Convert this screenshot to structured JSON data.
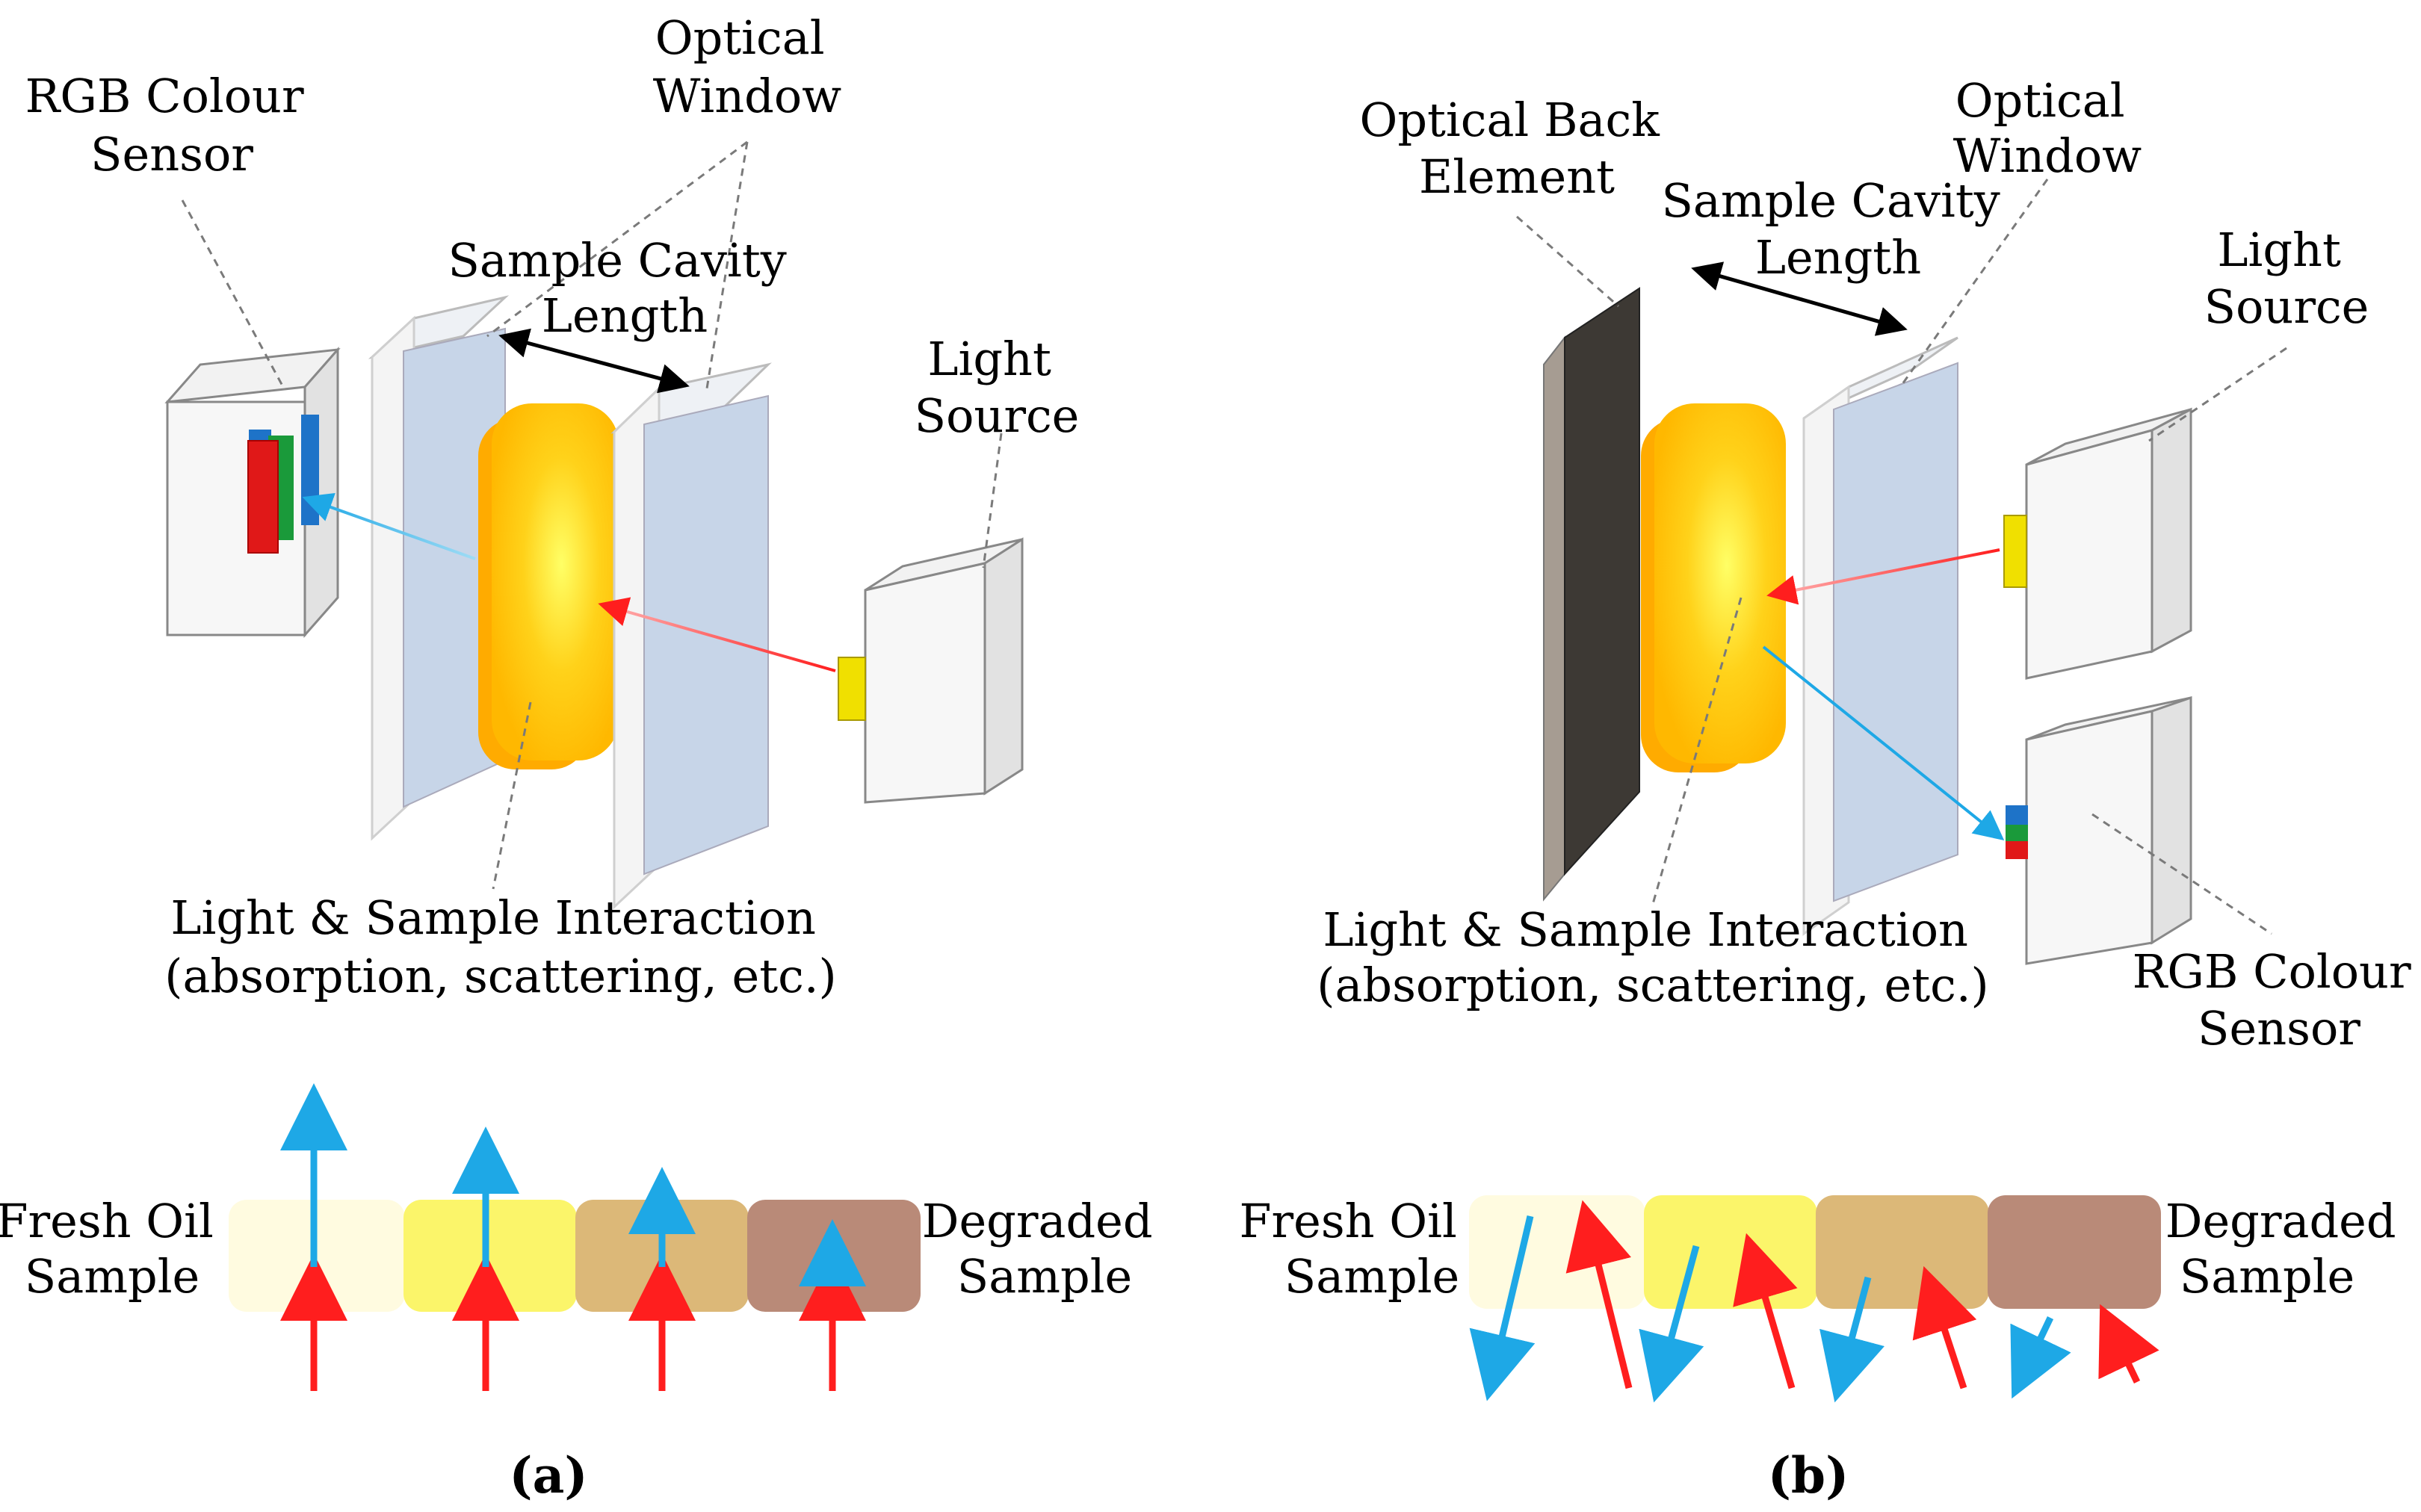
{
  "panel_a": {
    "labels": {
      "rgb_sensor": [
        "RGB Colour",
        "Sensor"
      ],
      "optical_window": [
        "Optical",
        "Window"
      ],
      "cavity_length": [
        "Sample Cavity",
        "Length"
      ],
      "light_source": [
        "Light",
        "Source"
      ],
      "interaction": [
        "Light & Sample Interaction",
        "(absorption, scattering, etc.)"
      ],
      "fresh": [
        "Fresh Oil",
        "Sample"
      ],
      "degraded": [
        "Degraded",
        "Sample"
      ]
    },
    "caption": "(a)"
  },
  "panel_b": {
    "labels": {
      "back_element": [
        "Optical Back",
        "Element"
      ],
      "cavity_length": [
        "Sample Cavity",
        "Length"
      ],
      "optical_window": [
        "Optical",
        "Window"
      ],
      "light_source": [
        "Light",
        "Source"
      ],
      "interaction": [
        "Light & Sample Interaction",
        "(absorption, scattering, etc.)"
      ],
      "rgb_sensor": [
        "RGB Colour",
        "Sensor"
      ],
      "fresh": [
        "Fresh Oil",
        "Sample"
      ],
      "degraded": [
        "Degraded",
        "Sample"
      ]
    },
    "caption": "(b)"
  },
  "colors": {
    "sample_gradient": [
      "#fffbe0",
      "#fbf56a",
      "#dcb878",
      "#b98a78"
    ],
    "light_ray": "#ff1e1e",
    "sensed_ray": "#1ea8e6",
    "oil_fill": "#ffc000"
  }
}
